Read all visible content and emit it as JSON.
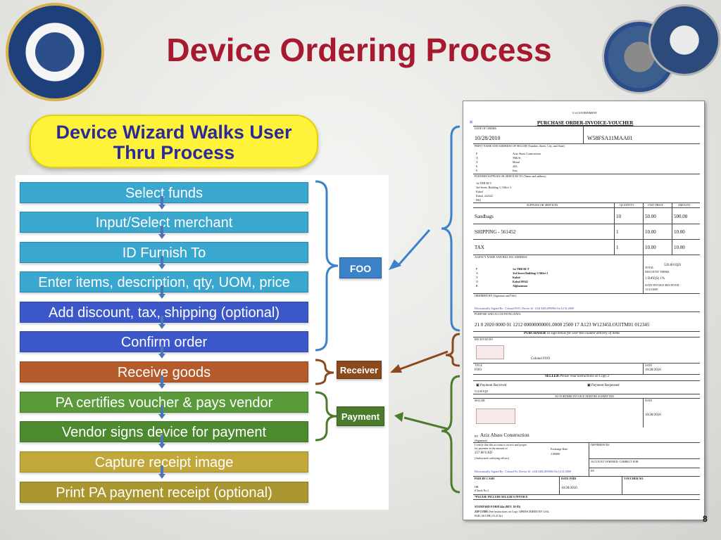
{
  "slide": {
    "title": "Device Ordering Process",
    "wizard_heading": "Device Wizard Walks User Thru Process",
    "page_number": "8"
  },
  "steps": [
    {
      "label": "Select funds",
      "color": "#3aa7cf"
    },
    {
      "label": "Input/Select merchant",
      "color": "#3aa7cf"
    },
    {
      "label": "ID Furnish To",
      "color": "#3aa7cf"
    },
    {
      "label": "Enter items, description, qty, UOM, price",
      "color": "#3aa7cf"
    },
    {
      "label": "Add discount, tax, shipping (optional)",
      "color": "#3b57c9"
    },
    {
      "label": "Confirm order",
      "color": "#3b57c9"
    },
    {
      "label": "Receive goods",
      "color": "#b55a2a"
    },
    {
      "label": "PA certifies voucher & pays vendor",
      "color": "#5a9a3a"
    },
    {
      "label": "Vendor signs device for payment",
      "color": "#4d8a2f"
    },
    {
      "label": "Capture receipt image",
      "color": "#c2a83a"
    },
    {
      "label": "Print PA payment receipt (optional)",
      "color": "#aa962e"
    }
  ],
  "groups": {
    "foo": {
      "label": "FOO",
      "color": "#3c82c8"
    },
    "receiver": {
      "label": "Receiver",
      "color": "#8c4a1c"
    },
    "payment": {
      "label": "Payment",
      "color": "#4b7c2b"
    }
  },
  "form": {
    "header_gov": "U.S GOVERNMENT",
    "header_title": "PURCHASE ORDER-INVOICE-VOUCHER",
    "date_of_order_label": "DATE OF ORDER",
    "date_of_order": "10/28/2010",
    "order_number": "W58FSA11MAA01",
    "seller_label": "PRINT NAME AND ADDRESS OF SELLER (Number, Street, City, and State)",
    "seller_letters": [
      "P",
      "A",
      "Y",
      "E",
      "E"
    ],
    "seller_lines": [
      "Aziz Abass Construction",
      "59th St.",
      "Mosul",
      "20A",
      "Iraq"
    ],
    "furnish_label": "FURNISH SUPPLIES OR SERVICES TO (Name and address)",
    "furnish_lines": [
      "1st TRR BCT",
      "3rd Street, Building 3, Office 3",
      "Kabul",
      "Kabul, 222222",
      "IRQ"
    ],
    "col_supplies": "SUPPLIES OR SERVICES",
    "col_quantity": "QUANTITY",
    "col_unit_price": "UNIT PRICE",
    "col_amount": "AMOUNT",
    "items": [
      {
        "desc": "Sandbags",
        "qty": "10",
        "unit": "50.00",
        "amount": "500.00"
      },
      {
        "desc": "SHIPPING - 561452",
        "qty": "1",
        "unit": "10.00",
        "amount": "10.00"
      },
      {
        "desc": "TAX",
        "qty": "1",
        "unit": "10.00",
        "amount": "10.00"
      }
    ],
    "agency_label": "AGENCY NAME AND BILLING ADDRESS",
    "agency_letters": [
      "P",
      "A",
      "Y",
      "O",
      "R"
    ],
    "agency_lines": [
      "1st TRR BCT",
      "3rd Street Building 3 Office 3",
      "Kabul",
      "Kabul 09342",
      "Afghanistan"
    ],
    "total_label": "TOTAL",
    "total_value": "520.00 IQD",
    "discount_label": "DISCOUNT TERMS",
    "discount_value": "1 DAY(S) 1%",
    "date_invoice_label": "DATE INVOICE RECEIVED",
    "date_invoice_value": "12/31/2009",
    "ordered_by_label": "ORDERED BY (Signature and Title)",
    "ordered_sig": "Electronically Signed By : Colonel FOO, Device Id : 234134012093904 On 12/31/2009",
    "purpose_label": "PURPOSE AND ACCOUNTING DATA",
    "accounting": "21 0 2020 0000 01 1212 00000000001.0000 2500 17 A123 W12345LOUITM01 012345",
    "purchaser_title": "PURCHASER",
    "purchaser_note": "To sign below for over-the-counter delivery of items",
    "received_by_label": "RECEIVED BY",
    "received_name": "Colonel FOO",
    "title_label": "TITLE",
    "title_value": "FOO",
    "date_label": "DATE",
    "received_date": "10/28/2010",
    "seller_title": "SELLER",
    "seller_note": "Please read instructions on Copy 2",
    "payment_received": "Payment Received",
    "payment_requested": "Payment Requested",
    "payment_amount_small": "514.00 IQD",
    "no_further_invoice": "NO FURTHER INVOICE NEED BE SUBMITTED",
    "seller_sig_label": "SELLER",
    "seller_date": "10/28/2010",
    "seller_by_label": "BY",
    "seller_by_name": "Aziz Abass Construction",
    "signature_label": "(Signature)",
    "certify_text_1": "I certify that this account is correct and proper",
    "certify_text_2": "for payment in the amount of",
    "payment_usd": "257.00 USD",
    "authorized_label": "(Authorized certifying officer)",
    "exchange_label": "Exchange Rate",
    "exchange_value": "2.00000",
    "differences_label": "DIFFERENCES",
    "account_verified_label": "ACCOUNT VERIFIED: CORRECT FOR",
    "by_label": "BY",
    "certify_sig": "Electronically Signed By : Colonel Pa, Device Id : 234134012093904 On 12/31/2009",
    "paid_by_cash_label": "PAID BY CASH",
    "date_paid_label": "DATE PAID",
    "voucher_no_label": "VOUCHER NO.",
    "or_label": "OR",
    "check_no_label": "(Check No.)",
    "date_paid_value": "10/28/2010",
    "please_include": "*PLEASE INCLUDE SELLER'S INVOICE",
    "standard_form": "STANDARD FORM 44a (REV. 10-83)",
    "zip_code_label": "ZIP CODE",
    "zip_note": "(See instructions on Copy 3)PRESCRIBED BY GSA,",
    "far_note": "FAR (48 CFR) 53.213(c)"
  }
}
